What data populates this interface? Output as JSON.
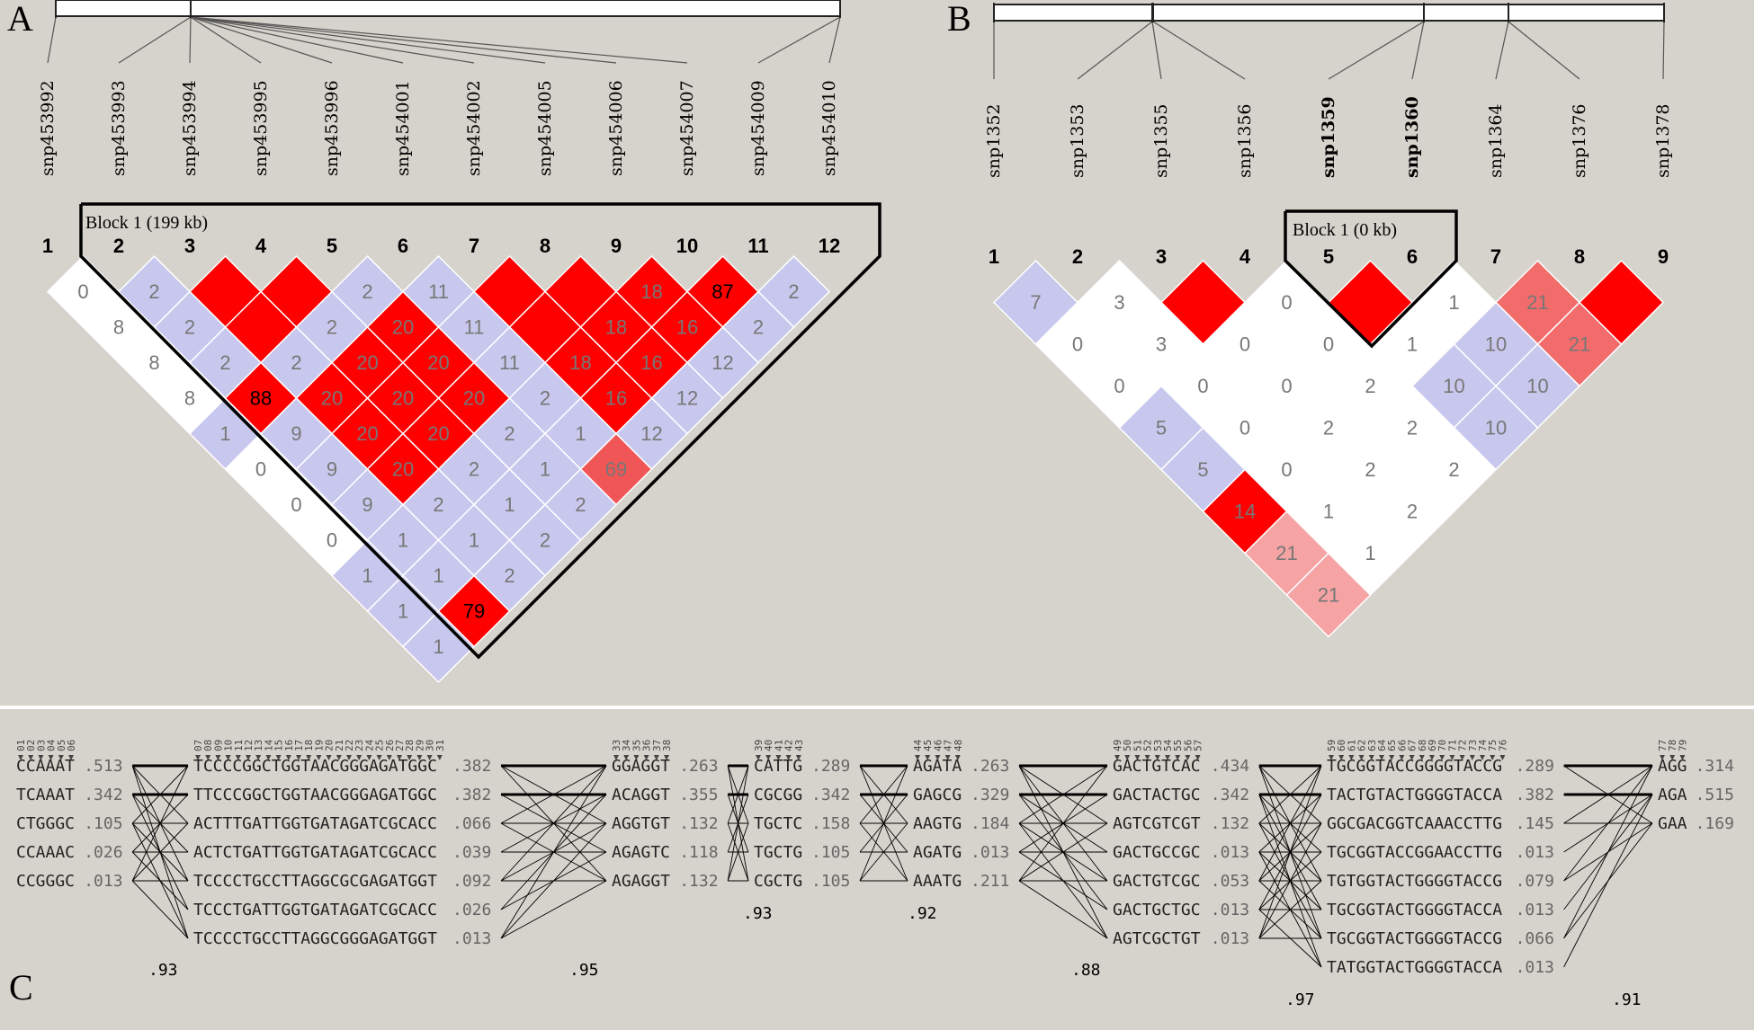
{
  "panel_a": {
    "letter": "A",
    "block_label": "Block 1 (199 kb)",
    "snps": [
      "snp453992",
      "snp453993",
      "snp453994",
      "snp453995",
      "snp453996",
      "snp454001",
      "snp454002",
      "snp454005",
      "snp454006",
      "snp454007",
      "snp454009",
      "snp454010"
    ],
    "indices": [
      "1",
      "2",
      "3",
      "4",
      "5",
      "6",
      "7",
      "8",
      "9",
      "10",
      "11",
      "12"
    ],
    "ld_rows": [
      [
        "0",
        "2",
        "",
        "",
        "2",
        "11",
        "",
        "",
        "18",
        "87",
        "2"
      ],
      [
        "8",
        "2",
        "",
        "2",
        "20",
        "11",
        "",
        "18",
        "16",
        "2"
      ],
      [
        "8",
        "2",
        "2",
        "20",
        "20",
        "11",
        "18",
        "16",
        "12"
      ],
      [
        "8",
        "88",
        "20",
        "20",
        "20",
        "2",
        "16",
        "12"
      ],
      [
        "1",
        "9",
        "20",
        "20",
        "2",
        "1",
        "12"
      ],
      [
        "0",
        "9",
        "20",
        "2",
        "1",
        "69"
      ],
      [
        "0",
        "9",
        "2",
        "1",
        "2"
      ],
      [
        "0",
        "1",
        "1",
        "2"
      ],
      [
        "1",
        "1",
        "2"
      ],
      [
        "1",
        "79"
      ],
      [
        "1"
      ]
    ],
    "ld_colors": [
      [
        "white",
        "lav",
        "red",
        "red",
        "lav",
        "lav",
        "red",
        "red",
        "red",
        "red",
        "lav"
      ],
      [
        "white",
        "lav",
        "red",
        "lav",
        "red",
        "lav",
        "red",
        "red",
        "red",
        "lav"
      ],
      [
        "white",
        "lav",
        "lav",
        "red",
        "red",
        "lav",
        "red",
        "red",
        "lav"
      ],
      [
        "white",
        "red",
        "red",
        "red",
        "red",
        "lav",
        "red",
        "lav"
      ],
      [
        "lav",
        "lav",
        "red",
        "red",
        "lav",
        "lav",
        "lav"
      ],
      [
        "white",
        "lav",
        "red",
        "lav",
        "lav",
        "pink"
      ],
      [
        "white",
        "lav",
        "lav",
        "lav",
        "lav"
      ],
      [
        "white",
        "lav",
        "lav",
        "lav"
      ],
      [
        "lav",
        "lav",
        "lav"
      ],
      [
        "lav",
        "red"
      ],
      [
        "lav"
      ]
    ]
  },
  "panel_b": {
    "letter": "B",
    "block_label": "Block 1 (0 kb)",
    "snps": [
      "snp1352",
      "snp1353",
      "snp1355",
      "snp1356",
      "snp1359",
      "snp1360",
      "snp1364",
      "snp1376",
      "snp1378"
    ],
    "bold_snps": [
      4,
      5
    ],
    "indices": [
      "1",
      "2",
      "3",
      "4",
      "5",
      "6",
      "7",
      "8",
      "9"
    ],
    "ld_rows": [
      [
        "7",
        "3",
        "",
        "0",
        "",
        "1",
        "21",
        ""
      ],
      [
        "0",
        "3",
        "0",
        "0",
        "1",
        "10",
        "21"
      ],
      [
        "0",
        "0",
        "0",
        "2",
        "10",
        "10"
      ],
      [
        "5",
        "0",
        "2",
        "2",
        "10"
      ],
      [
        "5",
        "0",
        "2",
        "2"
      ],
      [
        "14",
        "1",
        "2"
      ],
      [
        "21",
        "1"
      ],
      [
        "21"
      ]
    ],
    "ld_colors": [
      [
        "lav",
        "white",
        "red",
        "white",
        "red",
        "white",
        "salmon",
        "red"
      ],
      [
        "white",
        "white",
        "white",
        "white",
        "white",
        "lav",
        "salmon"
      ],
      [
        "white",
        "white",
        "white",
        "white",
        "lav",
        "lav"
      ],
      [
        "lav",
        "white",
        "white",
        "white",
        "lav"
      ],
      [
        "lav",
        "white",
        "white",
        "white"
      ],
      [
        "red",
        "white",
        "white"
      ],
      [
        "lightpink",
        "white"
      ],
      [
        "lightpink"
      ]
    ]
  },
  "panel_c": {
    "letter": "C",
    "blocks": [
      {
        "indices": [
          "01",
          "02",
          "03",
          "04",
          "05",
          "06"
        ],
        "haps": [
          [
            "CCAAAT",
            ".513"
          ],
          [
            "TCAAAT",
            ".342"
          ],
          [
            "CTGGGC",
            ".105"
          ],
          [
            "CCAAAC",
            ".026"
          ],
          [
            "CCGGGC",
            ".013"
          ]
        ],
        "score": ".93"
      },
      {
        "indices": [
          "07",
          "08",
          "09",
          "10",
          "11",
          "12",
          "13",
          "14",
          "15",
          "16",
          "17",
          "18",
          "19",
          "20",
          "21",
          "22",
          "23",
          "24",
          "25",
          "26",
          "27",
          "28",
          "29",
          "30",
          "31"
        ],
        "haps": [
          [
            "TCCCCGGCTGGTAACGGGAGATGGC",
            ".382"
          ],
          [
            "TTCCCGGCTGGTAACGGGAGATGGC",
            ".382"
          ],
          [
            "ACTTTGATTGGTGATAGATCGCACC",
            ".066"
          ],
          [
            "ACTCTGATTGGTGATAGATCGCACC",
            ".039"
          ],
          [
            "TCCCCTGCCTTAGGCGCGAGATGGT",
            ".092"
          ],
          [
            "TCCCTGATTGGTGATAGATCGCACC",
            ".026"
          ],
          [
            "TCCCCTGCCTTAGGCGGGAGATGGT",
            ".013"
          ]
        ],
        "score": ".95"
      },
      {
        "indices": [
          "33",
          "34",
          "35",
          "36",
          "37",
          "38"
        ],
        "haps": [
          [
            "GGAGGT",
            ".263"
          ],
          [
            "ACAGGT",
            ".355"
          ],
          [
            "AGGTGT",
            ".132"
          ],
          [
            "AGAGTC",
            ".118"
          ],
          [
            "AGAGGT",
            ".132"
          ]
        ],
        "score": ".93"
      },
      {
        "indices": [
          "39",
          "40",
          "41",
          "42",
          "43"
        ],
        "haps": [
          [
            "CATTG",
            ".289"
          ],
          [
            "CGCGG",
            ".342"
          ],
          [
            "TGCTC",
            ".158"
          ],
          [
            "TGCTG",
            ".105"
          ],
          [
            "CGCTG",
            ".105"
          ]
        ],
        "score": ".92"
      },
      {
        "indices": [
          "44",
          "45",
          "46",
          "47",
          "48"
        ],
        "haps": [
          [
            "AGATA",
            ".263"
          ],
          [
            "GAGCG",
            ".329"
          ],
          [
            "AAGTG",
            ".184"
          ],
          [
            "AGATG",
            ".013"
          ],
          [
            "AAATG",
            ".211"
          ]
        ],
        "score": ""
      },
      {
        "indices": [
          "49",
          "50",
          "51",
          "52",
          "53",
          "54",
          "55",
          "56",
          "57"
        ],
        "haps": [
          [
            "GACTGTCAC",
            ".434"
          ],
          [
            "GACTACTGC",
            ".342"
          ],
          [
            "AGTCGTCGT",
            ".132"
          ],
          [
            "GACTGCCGC",
            ".013"
          ],
          [
            "GACTGTCGC",
            ".053"
          ],
          [
            "GACTGCTGC",
            ".013"
          ],
          [
            "AGTCGCTGT",
            ".013"
          ]
        ],
        "score": ".88"
      },
      {
        "indices": [
          "59",
          "60",
          "61",
          "62",
          "63",
          "64",
          "65",
          "66",
          "67",
          "68",
          "69",
          "70",
          "71",
          "72",
          "73",
          "74",
          "75",
          "76"
        ],
        "haps": [
          [
            "TGCGGTACCGGGGTACCG",
            ".289"
          ],
          [
            "TACTGTACTGGGGTACCA",
            ".382"
          ],
          [
            "GGCGACGGTCAAACCTTG",
            ".145"
          ],
          [
            "TGCGGTACCGGAACCTTG",
            ".013"
          ],
          [
            "TGTGGTACTGGGGTACCG",
            ".079"
          ],
          [
            "TGCGGTACTGGGGTACCA",
            ".013"
          ],
          [
            "TGCGGTACTGGGGTACCG",
            ".066"
          ],
          [
            "TATGGTACTGGGGTACCA",
            ".013"
          ]
        ],
        "score": ".97"
      },
      {
        "indices": [
          "77",
          "78",
          "79"
        ],
        "haps": [
          [
            "AGG",
            ".314"
          ],
          [
            "AGA",
            ".515"
          ],
          [
            "GAA",
            ".169"
          ]
        ],
        "score": ".91"
      }
    ]
  },
  "colors": {
    "background": "#d6d3cc",
    "red": "#fe0000",
    "lav": "#c8c8ee",
    "white": "#ffffff",
    "pink": "#f05656",
    "salmon": "#f26c6c",
    "lightpink": "#f6a3a3"
  }
}
